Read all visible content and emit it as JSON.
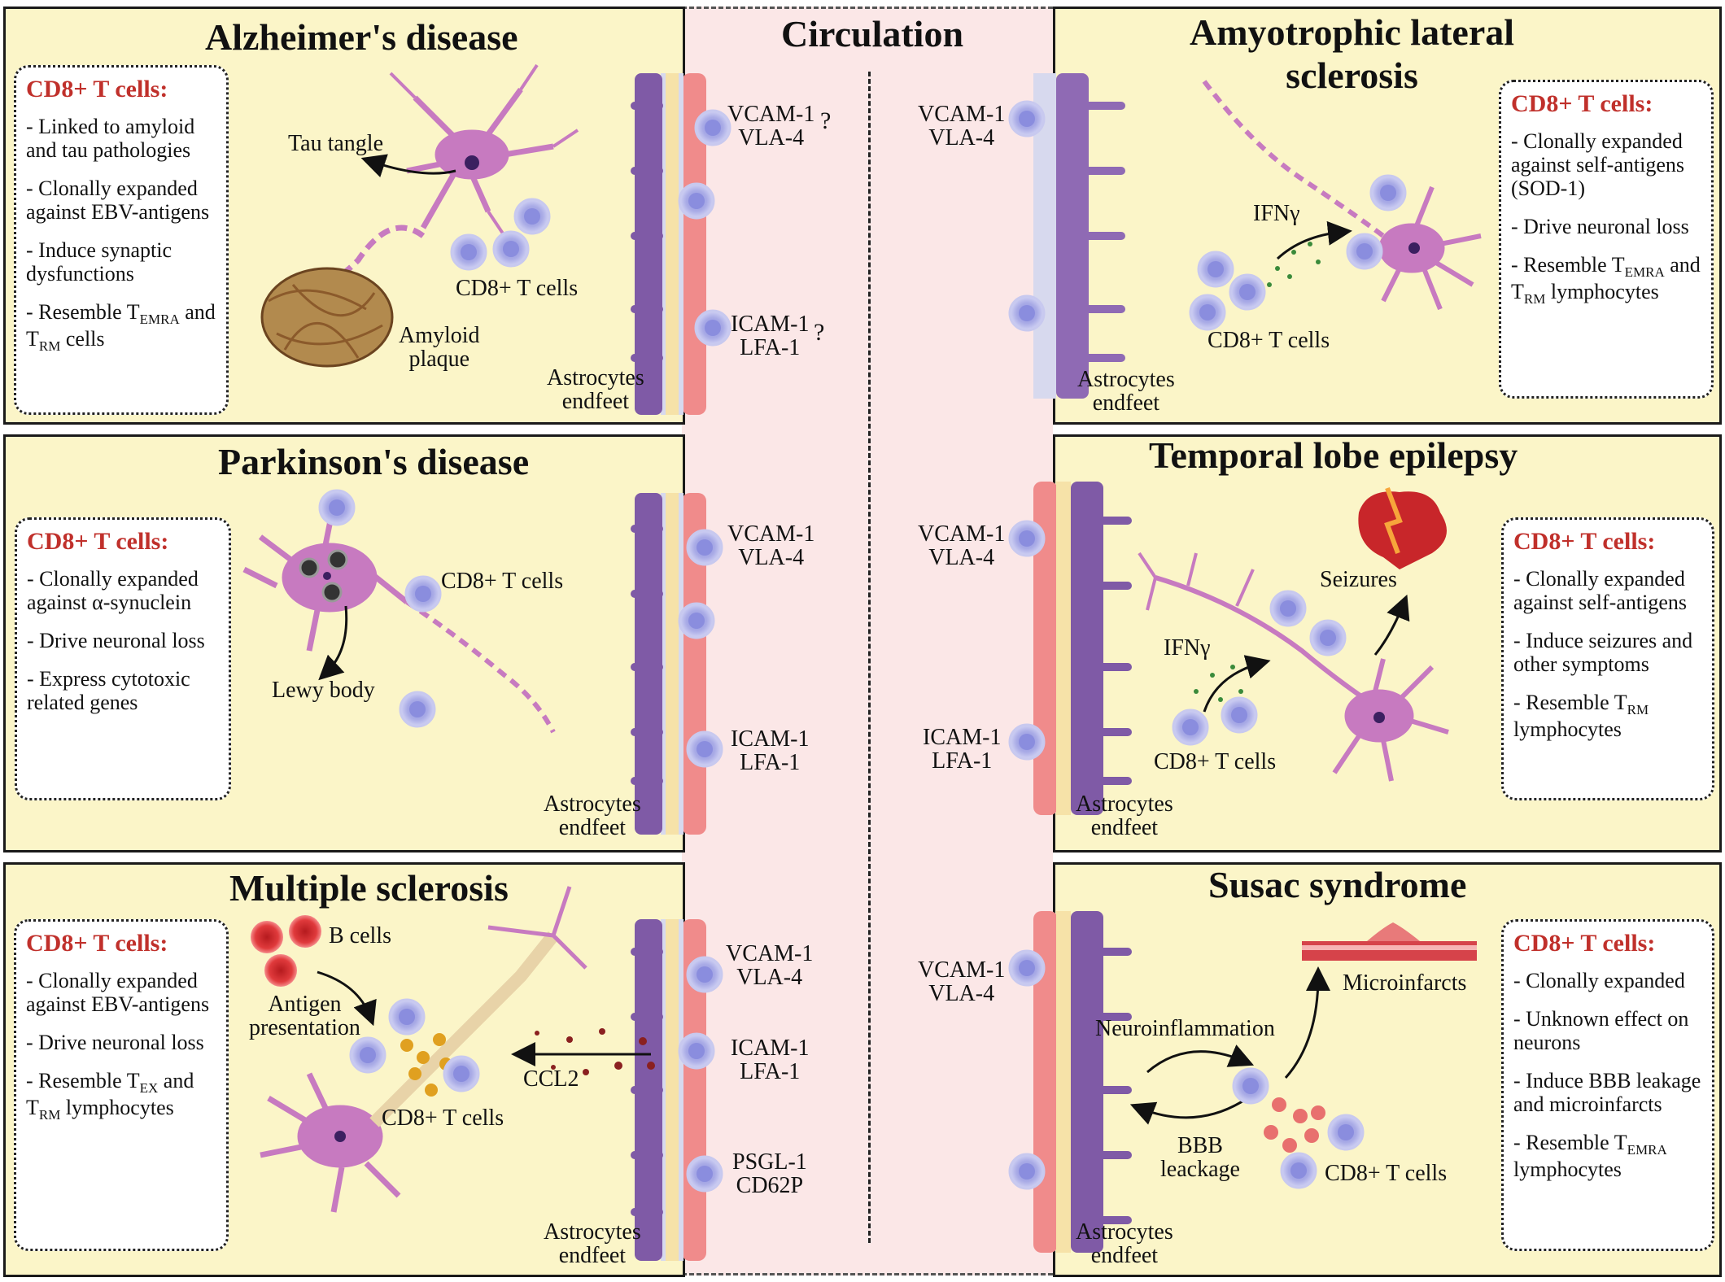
{
  "circulation": {
    "title": "Circulation"
  },
  "common": {
    "header": "CD8+ T cells:",
    "endfeet": "Astrocytes\nendfeet",
    "tcells": "CD8+ T cells"
  },
  "alzheimers": {
    "title": "Alzheimer's disease",
    "items": [
      "- Linked to amyloid and tau pathologies",
      "- Clonally expanded against EBV-antigens",
      "- Induce synaptic dysfunctions",
      "- Resemble T_EMRA and T_RM cells"
    ],
    "tau": "Tau tangle",
    "amyloid": "Amyloid\nplaque",
    "pair1": "VCAM-1\nVLA-4",
    "pair2": "ICAM-1\nLFA-1",
    "question": "?"
  },
  "parkinsons": {
    "title": "Parkinson's disease",
    "items": [
      "- Clonally expanded against α-synuclein",
      "- Drive neuronal loss",
      "- Express cytotoxic related genes"
    ],
    "lewy": "Lewy body",
    "pair1": "VCAM-1\nVLA-4",
    "pair2": "ICAM-1\nLFA-1"
  },
  "ms": {
    "title": "Multiple sclerosis",
    "items": [
      "- Clonally expanded against EBV-antigens",
      "- Drive neuronal loss",
      "- Resemble T_EX and T_RM lymphocytes"
    ],
    "bcells": "B cells",
    "antigen": "Antigen\npresentation",
    "ccl2": "CCL2",
    "pair1": "VCAM-1\nVLA-4",
    "pair2": "ICAM-1\nLFA-1",
    "pair3": "PSGL-1\nCD62P"
  },
  "als": {
    "title": "Amyotrophic lateral\nsclerosis",
    "items": [
      "- Clonally expanded against self-antigens (SOD-1)",
      "- Drive neuronal loss",
      "- Resemble T_EMRA and T_RM lymphocytes"
    ],
    "ifng": "IFNγ",
    "pair1": "VCAM-1\nVLA-4"
  },
  "tle": {
    "title": "Temporal lobe epilepsy",
    "items": [
      "- Clonally expanded against self-antigens",
      "- Induce seizures and other symptoms",
      "- Resemble T_RM lymphocytes"
    ],
    "seizures": "Seizures",
    "ifng": "IFNγ",
    "pair1": "VCAM-1\nVLA-4",
    "pair2": "ICAM-1\nLFA-1"
  },
  "susac": {
    "title": "Susac syndrome",
    "items": [
      "- Clonally expanded",
      "- Unknown effect on neurons",
      "- Induce BBB leakage and microinfarcts",
      "- Resemble T_EMRA lymphocytes"
    ],
    "microinfarcts": "Microinfarcts",
    "neuroinflammation": "Neuroinflammation",
    "bbb": "BBB\nleackage",
    "pair1": "VCAM-1\nVLA-4"
  },
  "colors": {
    "panel": "#fbf5c8",
    "circulation": "#fbe7e7",
    "header_red": "#c0302b",
    "neuron": "#c77ac0",
    "tcell": "#a9abe6",
    "bcell": "#d9262a"
  }
}
